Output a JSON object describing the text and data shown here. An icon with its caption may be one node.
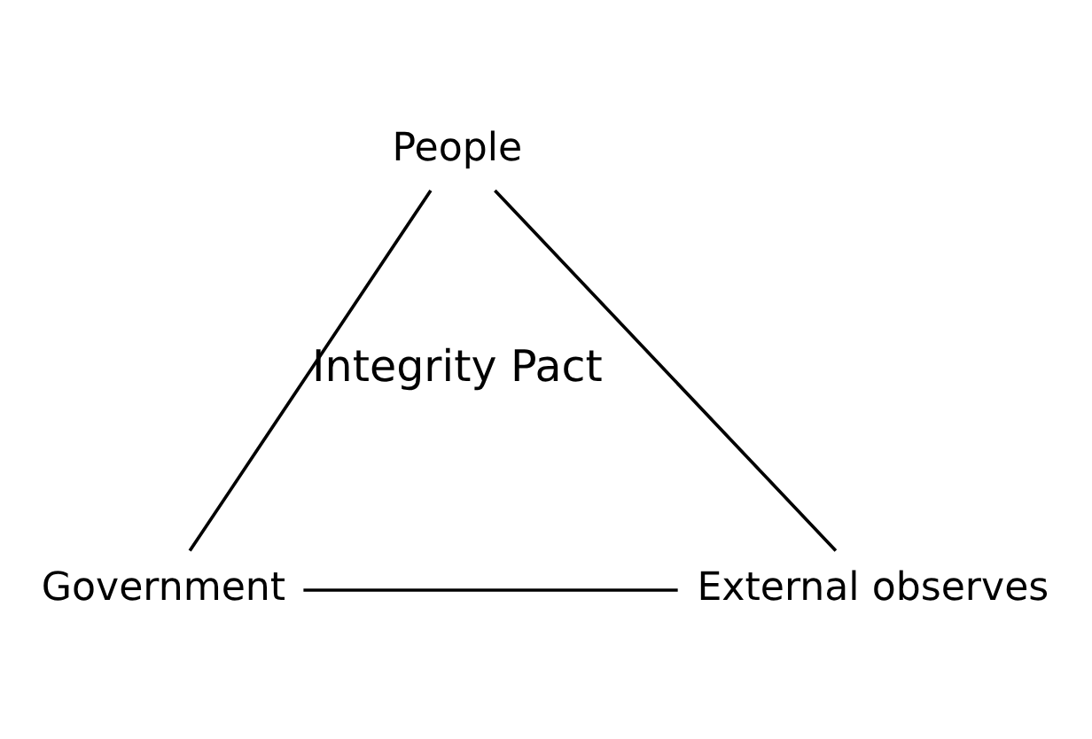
{
  "diagram": {
    "nodes": [
      {
        "text": [
          "People"
        ]
      },
      {
        "text": [
          "Government"
        ]
      },
      {
        "text": [
          "External observes"
        ]
      }
    ],
    "edges": [
      {
        "from": 0,
        "to": 1,
        "arrow": "none"
      },
      {
        "from": 1,
        "to": 2,
        "arrow": "none"
      },
      {
        "from": 2,
        "to": 0,
        "arrow": "none"
      }
    ],
    "labels": [
      "Integrity Pact"
    ]
  }
}
